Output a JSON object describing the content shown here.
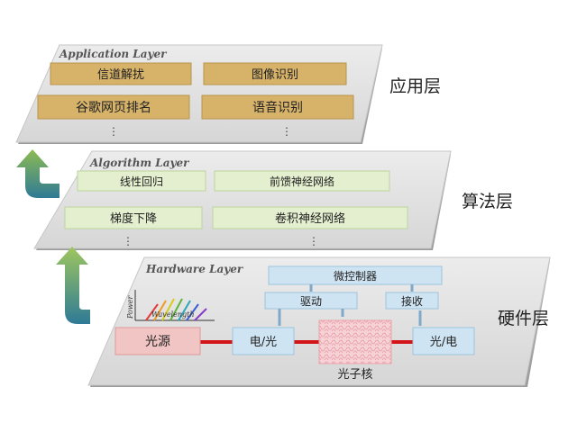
{
  "application_layer": {
    "title": "Application Layer",
    "side_label": "应用层",
    "boxes": [
      "信道解扰",
      "图像识别",
      "谷歌网页排名",
      "语音识别"
    ],
    "ellipsis": [
      "⋮",
      "⋮"
    ]
  },
  "algorithm_layer": {
    "title": "Algorithm Layer",
    "side_label": "算法层",
    "boxes": [
      "线性回归",
      "前馈神经网络",
      "梯度下降",
      "卷积神经网络"
    ],
    "ellipsis": [
      "⋮",
      "⋮"
    ]
  },
  "hardware_layer": {
    "title": "Hardware Layer",
    "side_label": "硬件层",
    "microcontroller": "微控制器",
    "driver": "驱动",
    "receiver": "接收",
    "light_source": "光源",
    "eo": "电/光",
    "oe": "光/电",
    "photonic_core": "光子核",
    "spectrum_power_label": "Power",
    "spectrum_wavelength_label": "Wavelength"
  },
  "colors": {
    "app_box": "#d7b36a",
    "alg_box": "#e3efcf",
    "hw_box": "#cfe4f3",
    "hw_red_box": "#f2c5c5",
    "waveguide": "#d3151a",
    "arrow_green": "#7ca64a",
    "arrow_teal": "#2e7a96"
  }
}
